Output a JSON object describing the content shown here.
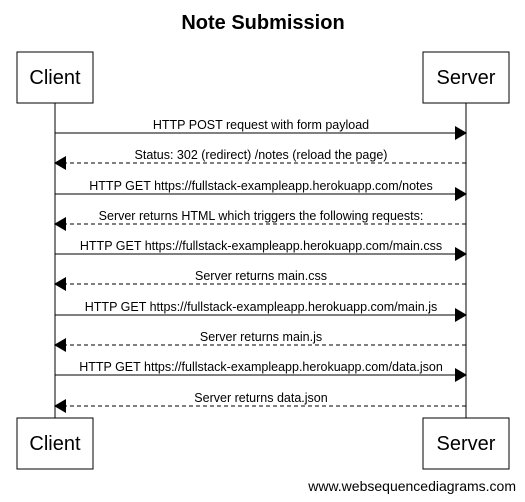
{
  "diagram": {
    "title": "Note Submission",
    "participants": [
      {
        "id": "client",
        "label": "Client"
      },
      {
        "id": "server",
        "label": "Server"
      }
    ],
    "messages": [
      {
        "from": "client",
        "to": "server",
        "style": "solid",
        "text": "HTTP POST request with form payload"
      },
      {
        "from": "server",
        "to": "client",
        "style": "dashed",
        "text": "Status: 302 (redirect) /notes (reload the page)"
      },
      {
        "from": "client",
        "to": "server",
        "style": "solid",
        "text": "HTTP GET https://fullstack-exampleapp.herokuapp.com/notes"
      },
      {
        "from": "server",
        "to": "client",
        "style": "dashed",
        "text": "Server returns HTML which triggers the following requests:"
      },
      {
        "from": "client",
        "to": "server",
        "style": "solid",
        "text": "HTTP GET https://fullstack-exampleapp.herokuapp.com/main.css"
      },
      {
        "from": "server",
        "to": "client",
        "style": "dashed",
        "text": "Server returns main.css"
      },
      {
        "from": "client",
        "to": "server",
        "style": "solid",
        "text": "HTTP GET https://fullstack-exampleapp.herokuapp.com/main.js"
      },
      {
        "from": "server",
        "to": "client",
        "style": "dashed",
        "text": "Server returns main.js"
      },
      {
        "from": "client",
        "to": "server",
        "style": "solid",
        "text": "HTTP GET https://fullstack-exampleapp.herokuapp.com/data.json"
      },
      {
        "from": "server",
        "to": "client",
        "style": "dashed",
        "text": "Server returns data.json"
      }
    ]
  },
  "footer": {
    "watermark": "www.websequencediagrams.com"
  }
}
